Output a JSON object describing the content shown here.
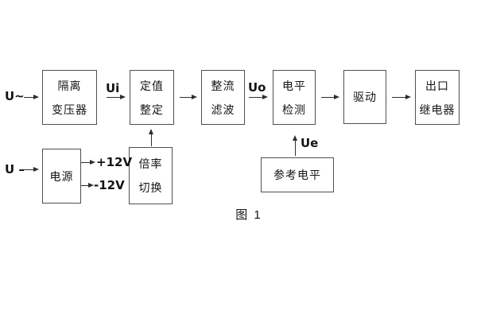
{
  "diagram": {
    "caption": "图 1",
    "colors": {
      "background": "#ffffff",
      "box_border": "#4f4f4f",
      "line": "#2e2e2e",
      "text": "#141414"
    },
    "inputs": {
      "ac": "U~",
      "dc": "U –"
    },
    "signals": {
      "ui": "Ui",
      "uo": "Uo",
      "ue": "Ue",
      "plus12": "+12V",
      "minus12": "-12V"
    },
    "blocks": {
      "isolation_transformer": {
        "line1": "隔离",
        "line2": "变压器"
      },
      "setpoint_adjust": {
        "line1": "定值",
        "line2": "整定"
      },
      "rectifier_filter": {
        "line1": "整流",
        "line2": "滤波"
      },
      "level_detection": {
        "line1": "电平",
        "line2": "检测"
      },
      "drive": {
        "line1": "驱动"
      },
      "output_relay": {
        "line1": "出口",
        "line2": "继电器"
      },
      "power_supply": {
        "line1": "电源"
      },
      "multiplier_switch": {
        "line1": "倍率",
        "line2": "切换"
      },
      "reference_level": {
        "line1": "参考电平"
      }
    },
    "connections": [
      "U~ -> 隔离变压器",
      "隔离变压器 -Ui-> 定值整定",
      "定值整定 -> 整流滤波",
      "整流滤波 -Uo-> 电平检测",
      "电平检测 -> 驱动",
      "驱动 -> 出口继电器",
      "U – -> 电源",
      "电源 -> +12V",
      "电源 -> -12V",
      "倍率切换 -> 定值整定 (up)",
      "参考电平 -Ue-> 电平检测 (up)"
    ]
  }
}
